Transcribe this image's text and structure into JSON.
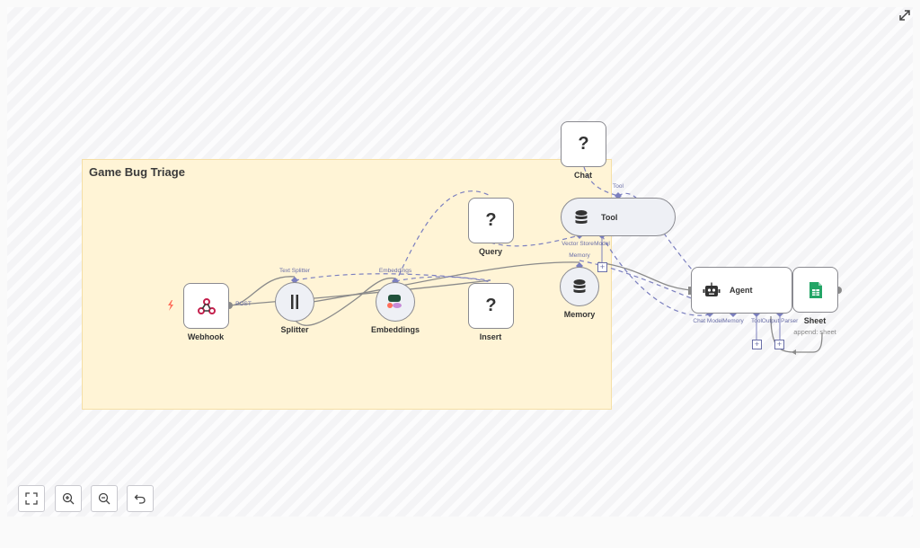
{
  "sticky": {
    "title": "Game Bug Triage"
  },
  "nodes": {
    "webhook": {
      "label": "Webhook",
      "port": "POST"
    },
    "splitter": {
      "label": "Splitter",
      "port": "Text Splitter"
    },
    "embeddings": {
      "label": "Embeddings",
      "port": "Embeddings"
    },
    "query": {
      "label": "Query",
      "glyph": "?"
    },
    "insert": {
      "label": "Insert",
      "glyph": "?"
    },
    "chat": {
      "label": "Chat",
      "glyph": "?"
    },
    "tool": {
      "label": "Tool",
      "port_tool": "Tool",
      "port_vector": "Vector Store",
      "port_model": "Model"
    },
    "memory": {
      "label": "Memory",
      "port": "Memory"
    },
    "agent": {
      "label": "Agent",
      "port_chat": "Chat Model",
      "port_memory": "Memory",
      "port_tool": "Tool",
      "port_output": "Output Parser"
    },
    "sheet": {
      "label": "Sheet",
      "sublabel": "append: sheet"
    }
  },
  "controls": {
    "fit": "fit-view",
    "zoom_in": "zoom-in",
    "zoom_out": "zoom-out",
    "undo": "undo"
  },
  "colors": {
    "edge": "#8a8a8a",
    "dashed": "#7b7fbf",
    "sticky": "#fff4d6",
    "trigger": "#ff6d5a"
  }
}
